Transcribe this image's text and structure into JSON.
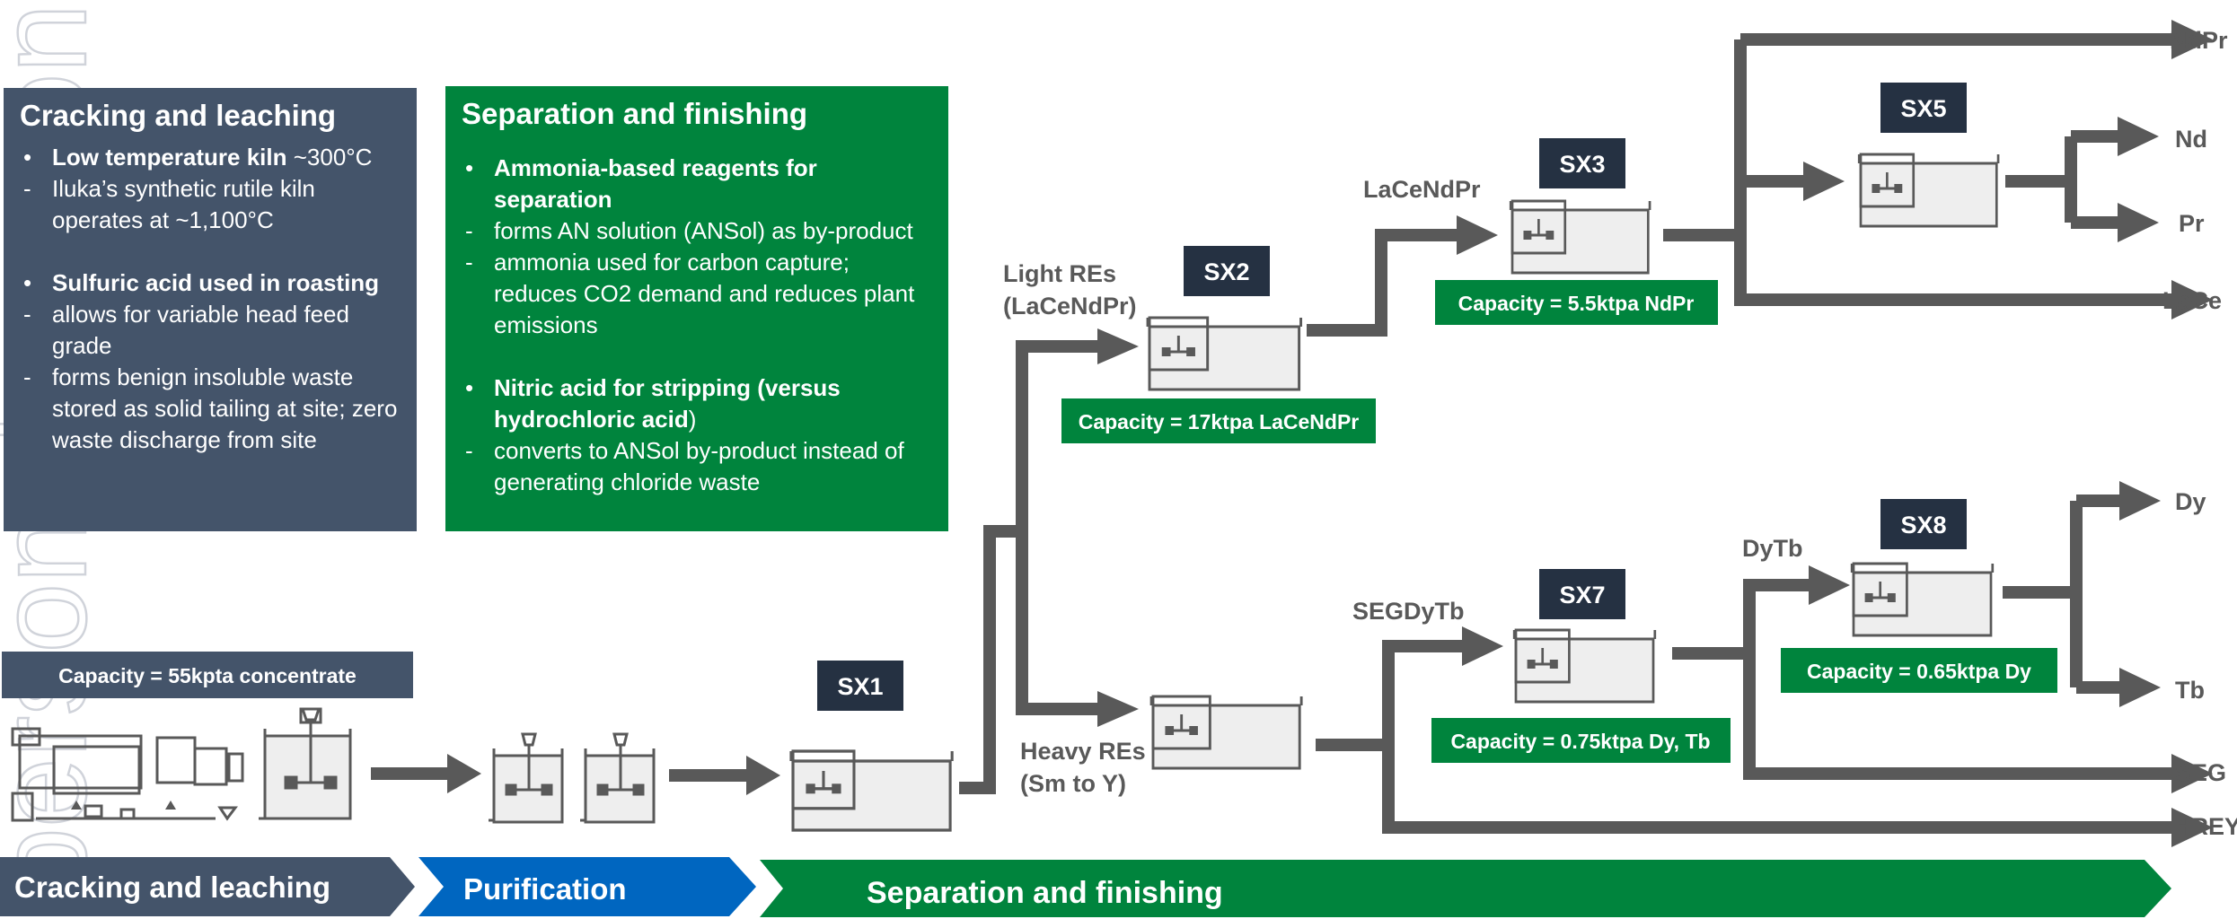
{
  "colors": {
    "navy": "#44546a",
    "green": "#00843d",
    "blue": "#0066c0",
    "arrow": "#595959",
    "sx_label_bg": "#253142",
    "tank_fill": "#eeeeee"
  },
  "left_box": {
    "title": "Cracking and leaching",
    "items": [
      {
        "marker": "•",
        "bold": "Low temperature kiln",
        "text": " ~300°C"
      },
      {
        "marker": "-",
        "bold": "",
        "text": "Iluka’s synthetic rutile kiln operates at ~1,100°C"
      },
      {
        "marker": "•",
        "bold": "Sulfuric acid used in roasting",
        "text": ""
      },
      {
        "marker": "-",
        "bold": "",
        "text": "allows for variable head feed grade"
      },
      {
        "marker": "-",
        "bold": "",
        "text": "forms benign insoluble waste stored as solid tailing at site; zero waste discharge from site"
      }
    ]
  },
  "right_box": {
    "title": "Separation and finishing",
    "items": [
      {
        "marker": "•",
        "bold": "Ammonia-based reagents for separation",
        "text": ""
      },
      {
        "marker": "-",
        "bold": "",
        "text": "forms AN solution (ANSol) as by-product"
      },
      {
        "marker": "-",
        "bold": "",
        "text": "ammonia used for carbon capture; reduces CO2 demand and reduces plant emissions"
      },
      {
        "marker": "•",
        "bold": "Nitric acid for stripping (versus hydrochloric acid",
        "text": ")"
      },
      {
        "marker": "-",
        "bold": "",
        "text": "converts to ANSol by-product instead of generating chloride waste"
      }
    ]
  },
  "capacities": {
    "cracking": "Capacity = 55kpta concentrate",
    "sx2": "Capacity = 17ktpa LaCeNdPr",
    "sx3": "Capacity = 5.5ktpa NdPr",
    "sx7": "Capacity = 0.75ktpa Dy, Tb",
    "sx8": "Capacity = 0.65ktpa Dy"
  },
  "sx_labels": {
    "sx1": "SX1",
    "sx2": "SX2",
    "sx3": "SX3",
    "sx5": "SX5",
    "sx7": "SX7",
    "sx8": "SX8"
  },
  "stream_labels": {
    "light_1": "Light REs",
    "light_2": "(LaCeNdPr)",
    "heavy_1": "Heavy REs",
    "heavy_2": "(Sm to Y)",
    "lacendpr": "LaCeNdPr",
    "segdytb": "SEGDyTb",
    "dytb": "DyTb"
  },
  "outputs": {
    "ndpr": "NdPr",
    "nd": "Nd",
    "pr": "Pr",
    "lace": "LaCe",
    "dy": "Dy",
    "tb": "Tb",
    "seg": "SEG",
    "hrey": "HREY"
  },
  "stages": {
    "cracking": "Cracking and leaching",
    "purification": "Purification",
    "separation": "Separation and finishing"
  },
  "watermark": "personal use only"
}
